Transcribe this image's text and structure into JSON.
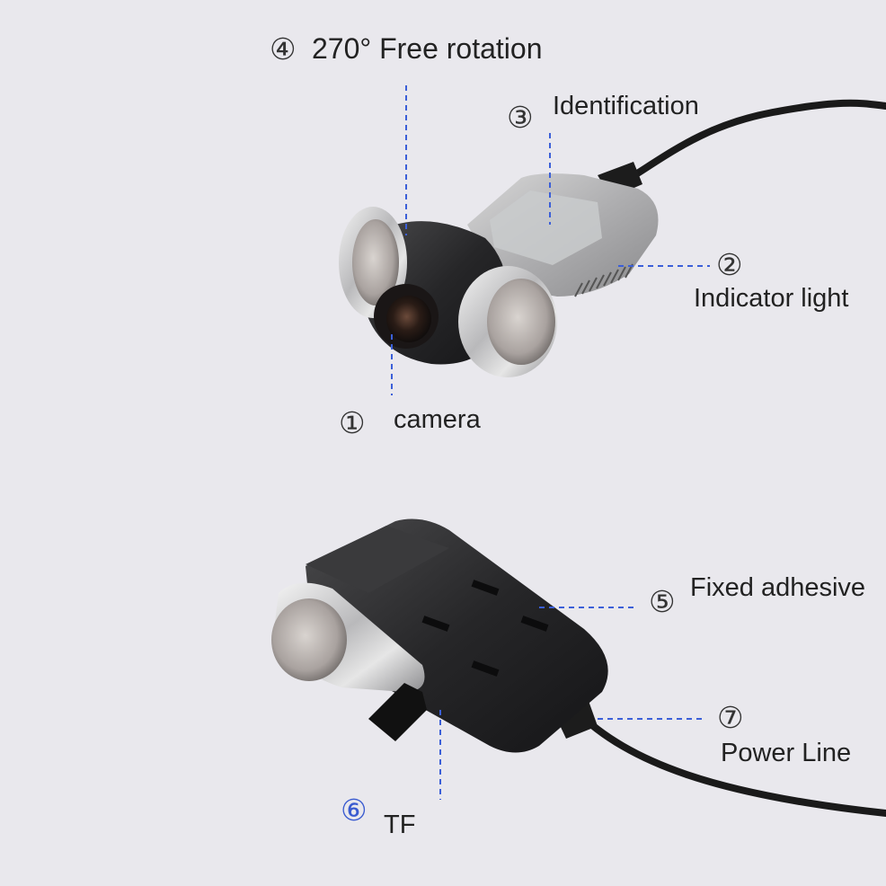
{
  "colors": {
    "background": "#e9e8ed",
    "leader_line": "#3b5fd8",
    "label_text": "#222222",
    "badge_tf": "#3a5bd0"
  },
  "callouts": {
    "rotation": {
      "number": "④",
      "text": "270° Free rotation"
    },
    "identification": {
      "number": "③",
      "text": "Identification"
    },
    "indicator": {
      "number": "②",
      "text": "Indicator light"
    },
    "camera": {
      "number": "①",
      "text": "camera"
    },
    "adhesive": {
      "number": "⑤",
      "text": "Fixed adhesive"
    },
    "power": {
      "number": "⑦",
      "text": "Power Line"
    },
    "tf": {
      "number": "⑥",
      "text": "TF"
    }
  }
}
